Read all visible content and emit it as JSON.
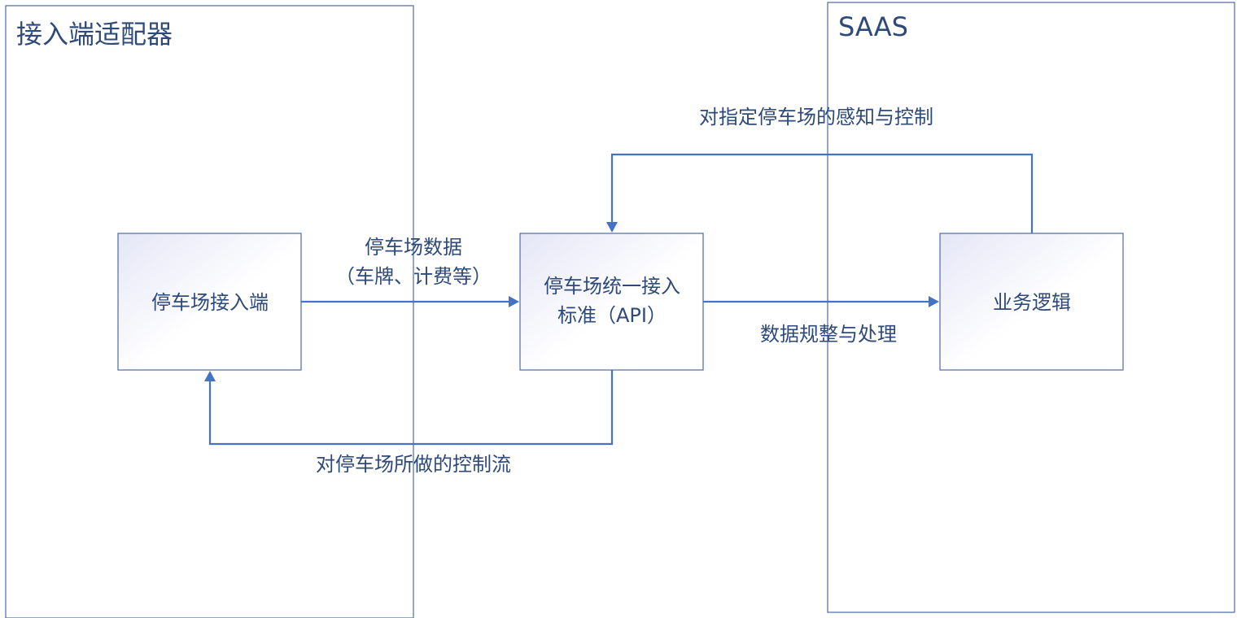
{
  "containers": {
    "adapter_title": "接入端适配器",
    "saas_title": "SAAS"
  },
  "nodes": {
    "parking_client": "停车场接入端",
    "unified_api_line1": "停车场统一接入",
    "unified_api_line2": "标准（API）",
    "business_logic": "业务逻辑"
  },
  "edges": {
    "parking_data_line1": "停车场数据",
    "parking_data_line2": "（车牌、计费等）",
    "control_flow": "对停车场所做的控制流",
    "data_processing": "数据规整与处理",
    "perception_control": "对指定停车场的感知与控制"
  },
  "colors": {
    "line": "#4472c4",
    "frame": "#4a6aa8",
    "text": "#2e4a7a",
    "box_gradient_start": "#e4e6f6",
    "box_gradient_end": "#ffffff"
  }
}
